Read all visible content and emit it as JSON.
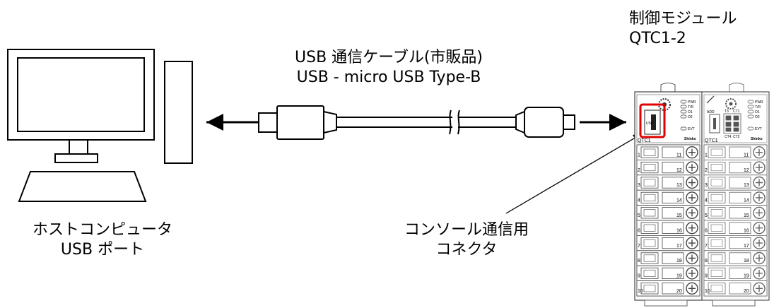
{
  "module": {
    "title": "制御モジュール",
    "model": "QTC1-2",
    "left_unit_model": "QTC1",
    "right_unit_model": "QTC1",
    "led_labels_left": [
      "PWR",
      "T/R",
      "O1",
      "O2",
      "EVT"
    ],
    "led_labels_right": [
      "PWR",
      "T/R",
      "O1",
      "O2",
      "EVT"
    ],
    "usb_port_label": "USB",
    "addr_label": "ADD",
    "ct_labels": [
      "T3",
      "CT1",
      "CT4",
      "CT2"
    ],
    "brand": "Shinko",
    "terminal_numbers_left": [
      "1",
      "2",
      "3",
      "4",
      "5",
      "6",
      "7",
      "8",
      "9",
      "10"
    ],
    "terminal_numbers_right": [
      "11",
      "12",
      "13",
      "14",
      "15",
      "16",
      "17",
      "18",
      "19",
      "20"
    ]
  },
  "cable": {
    "line1": "USB 通信ケーブル(市販品)",
    "line2": "USB - micro USB Type-B"
  },
  "host": {
    "line1": "ホストコンピュータ",
    "line2": "USB ポート"
  },
  "connector": {
    "line1": "コンソール通信用",
    "line2": "コネクタ"
  },
  "colors": {
    "highlight": "#e00000",
    "line": "#000000"
  }
}
